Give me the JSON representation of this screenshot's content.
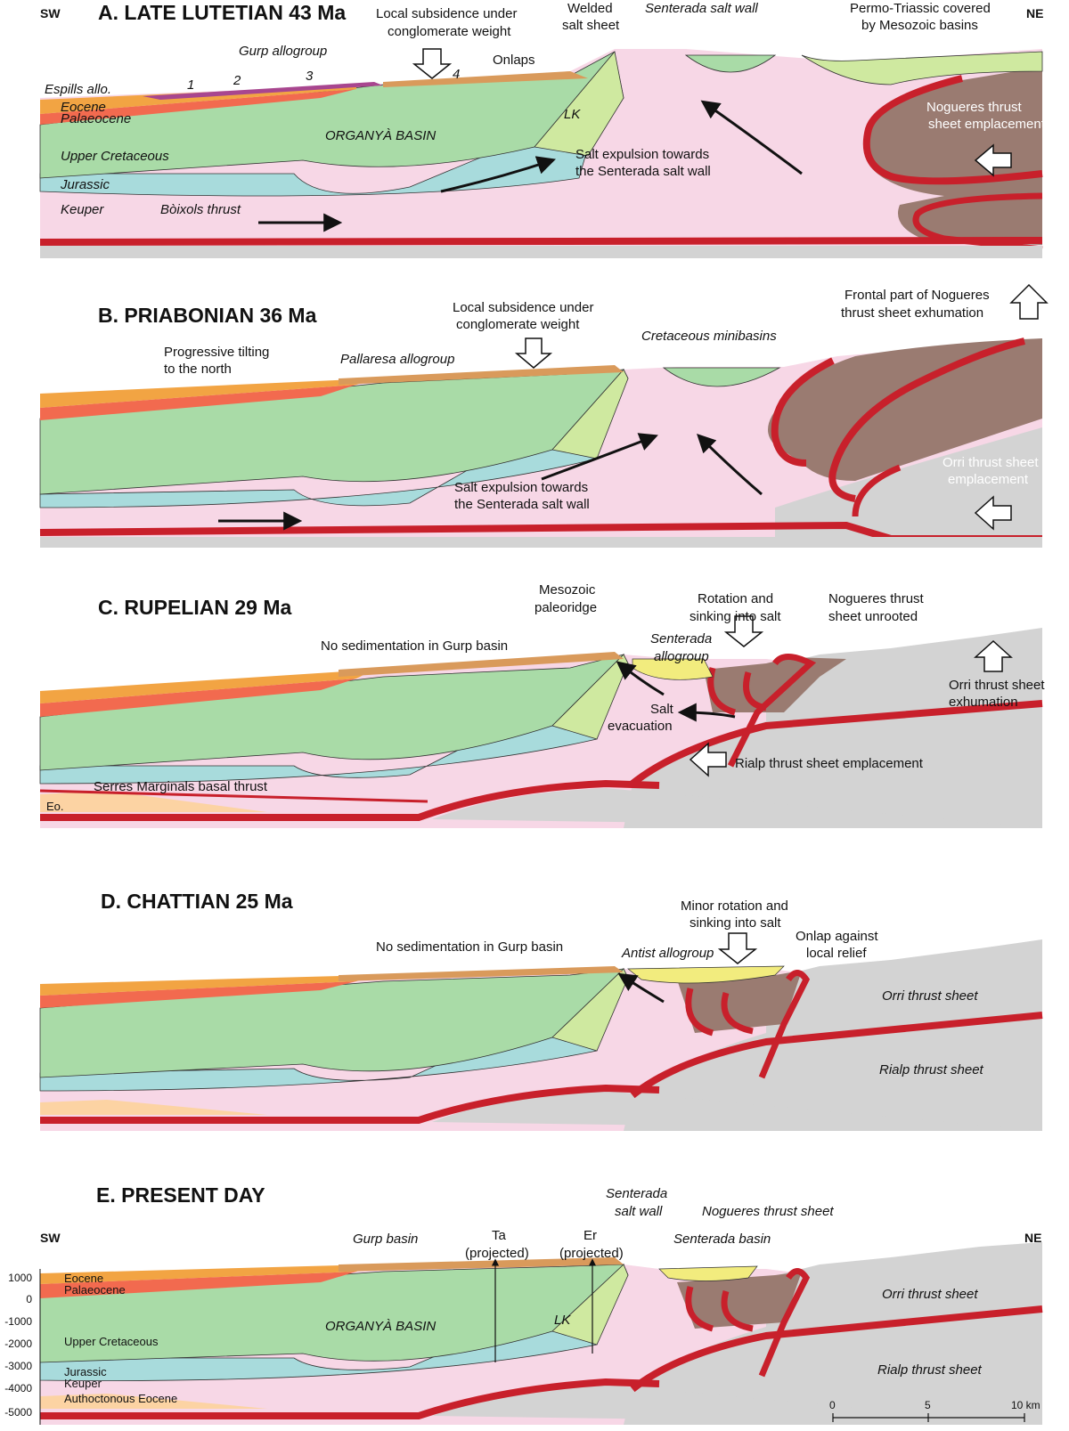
{
  "panels": {
    "a": {
      "title": "A. LATE LUTETIAN 43 Ma",
      "sw": "SW",
      "ne": "NE",
      "local_subsidence_1": "Local subsidence under",
      "local_subsidence_2": "conglomerate weight",
      "welded_1": "Welded",
      "welded_2": "salt sheet",
      "senterada_wall": "Senterada salt wall",
      "permo_1": "Permo-Triassic covered",
      "permo_2": "by Mesozoic basins",
      "gurp": "Gurp allogroup",
      "n1": "1",
      "n2": "2",
      "n3": "3",
      "n4": "4",
      "onlaps": "Onlaps",
      "espills": "Espills allo.",
      "eocene": "Eocene",
      "palaeocene": "Palaeocene",
      "organya": "ORGANYÀ BASIN",
      "lk": "LK",
      "nogueres_1": "Nogueres thrust",
      "nogueres_2": "sheet emplacement",
      "upper_cret": "Upper Cretaceous",
      "salt_exp_1": "Salt expulsion towards",
      "salt_exp_2": "the Senterada salt wall",
      "jurassic": "Jurassic",
      "keuper": "Keuper",
      "boixols": "Bòixols thrust"
    },
    "b": {
      "title": "B. PRIABONIAN 36 Ma",
      "local_subsidence_1": "Local subsidence under",
      "local_subsidence_2": "conglomerate weight",
      "frontal_1": "Frontal part of Nogueres",
      "frontal_2": "thrust sheet exhumation",
      "cret_minibasins": "Cretaceous minibasins",
      "tilting_1": "Progressive tilting",
      "tilting_2": "to the north",
      "pallaresa": "Pallaresa allogroup",
      "orri_1": "Orri thrust sheet",
      "orri_2": "emplacement",
      "salt_exp_1": "Salt expulsion towards",
      "salt_exp_2": "the Senterada salt wall"
    },
    "c": {
      "title": "C. RUPELIAN 29 Ma",
      "paleoridge_1": "Mesozoic",
      "paleoridge_2": "paleoridge",
      "rotation_1": "Rotation and",
      "rotation_2": "sinking into salt",
      "unrooted_1": "Nogueres thrust",
      "unrooted_2": "sheet unrooted",
      "no_sed": "No sedimentation in Gurp basin",
      "senterada_allo_1": "Senterada",
      "senterada_allo_2": "allogroup",
      "orri_exh_1": "Orri thrust sheet",
      "orri_exh_2": "exhumation",
      "salt_evac_1": "Salt",
      "salt_evac_2": "evacuation",
      "rialp_emp": "Rialp thrust sheet emplacement",
      "serres": "Serres Marginals basal thrust",
      "eo": "Eo."
    },
    "d": {
      "title": "D. CHATTIAN 25 Ma",
      "minor_rot_1": "Minor rotation and",
      "minor_rot_2": "sinking into salt",
      "no_sed": "No sedimentation in Gurp basin",
      "onlap_1": "Onlap against",
      "onlap_2": "local relief",
      "antist": "Antist allogroup",
      "orri": "Orri thrust sheet",
      "rialp": "Rialp thrust sheet"
    },
    "e": {
      "title": "E. PRESENT DAY",
      "sw": "SW",
      "ne": "NE",
      "senterada_1": "Senterada",
      "senterada_2": "salt wall",
      "nogueres": "Nogueres thrust sheet",
      "gurp_basin": "Gurp basin",
      "ta_1": "Ta",
      "ta_2": "(projected)",
      "er_1": "Er",
      "er_2": "(projected)",
      "senterada_basin": "Senterada basin",
      "eocene": "Eocene",
      "palaeocene": "Palaeocene",
      "orri": "Orri thrust sheet",
      "organya": "ORGANYÀ BASIN",
      "lk": "LK",
      "upper_cret": "Upper Cretaceous",
      "jurassic": "Jurassic",
      "keuper": "Keuper",
      "auto_eocene": "Authoctonous Eocene",
      "rialp": "Rialp thrust sheet",
      "depth_ticks": [
        "1000",
        "0",
        "-1000",
        "-2000",
        "-3000",
        "-4000",
        "-5000"
      ],
      "scale_ticks": [
        "0",
        "5",
        "10 km"
      ]
    }
  },
  "colors": {
    "salt": "#f7d7e6",
    "cretaceous": "#a9dba7",
    "light_green": "#cfe9a0",
    "jurassic": "#a8dbdc",
    "eocene": "#f2a443",
    "palaeocene": "#f26a4f",
    "conglomerate": "#d99a5b",
    "purple": "#a8468f",
    "thrust_red": "#c8202b",
    "basement_brown": "#9a7b71",
    "basement_grey": "#d3d3d3",
    "senterada_yellow": "#f2ec7e",
    "auto_eocene": "#fcd3a3"
  }
}
